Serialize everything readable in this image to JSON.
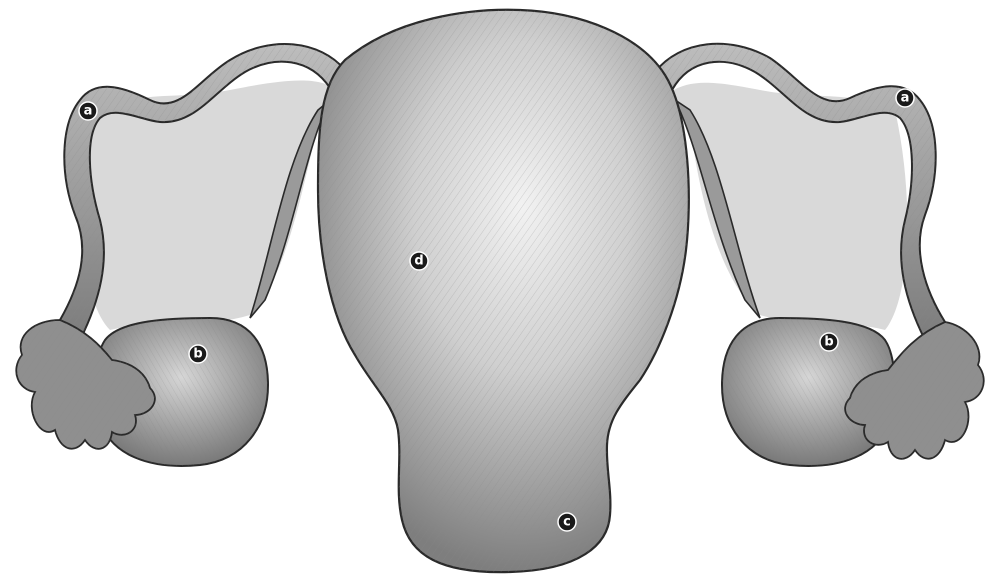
{
  "diagram": {
    "labels": {
      "tube_left": "a",
      "tube_right": "a",
      "ovary_left": "b",
      "ovary_right": "b",
      "body": "d",
      "cervix": "c"
    },
    "colors": {
      "outline": "#2a2a2a",
      "tissue_dark": "#6f6f6f",
      "tissue_mid": "#a8a8a8",
      "tissue_light": "#e4e4e4",
      "background_fill": "#d9d9d9",
      "marker": "#1a1a1a"
    }
  }
}
